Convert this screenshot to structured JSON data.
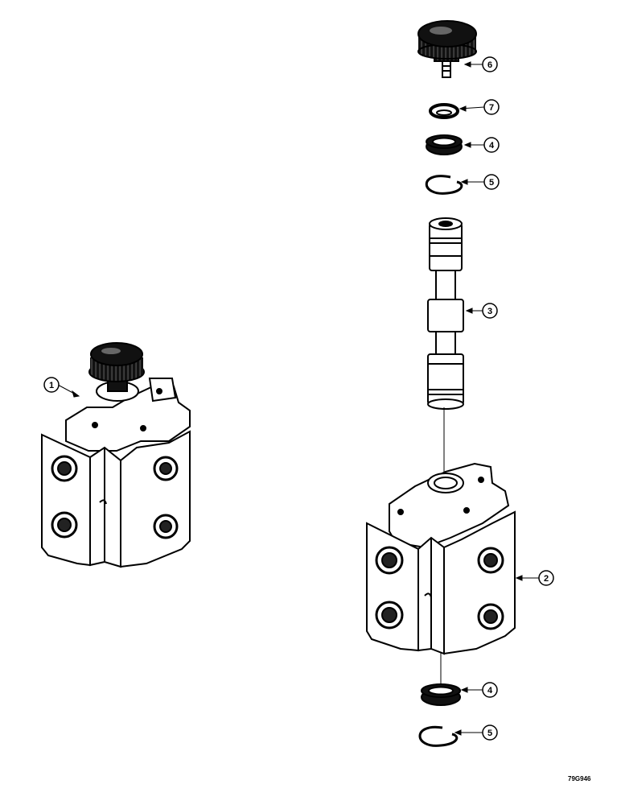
{
  "callouts": {
    "c1": "1",
    "c2": "2",
    "c3": "3",
    "c4_top": "4",
    "c4_bottom": "4",
    "c5_top": "5",
    "c5_bottom": "5",
    "c6": "6",
    "c7": "7"
  },
  "figure_code": "79G946"
}
